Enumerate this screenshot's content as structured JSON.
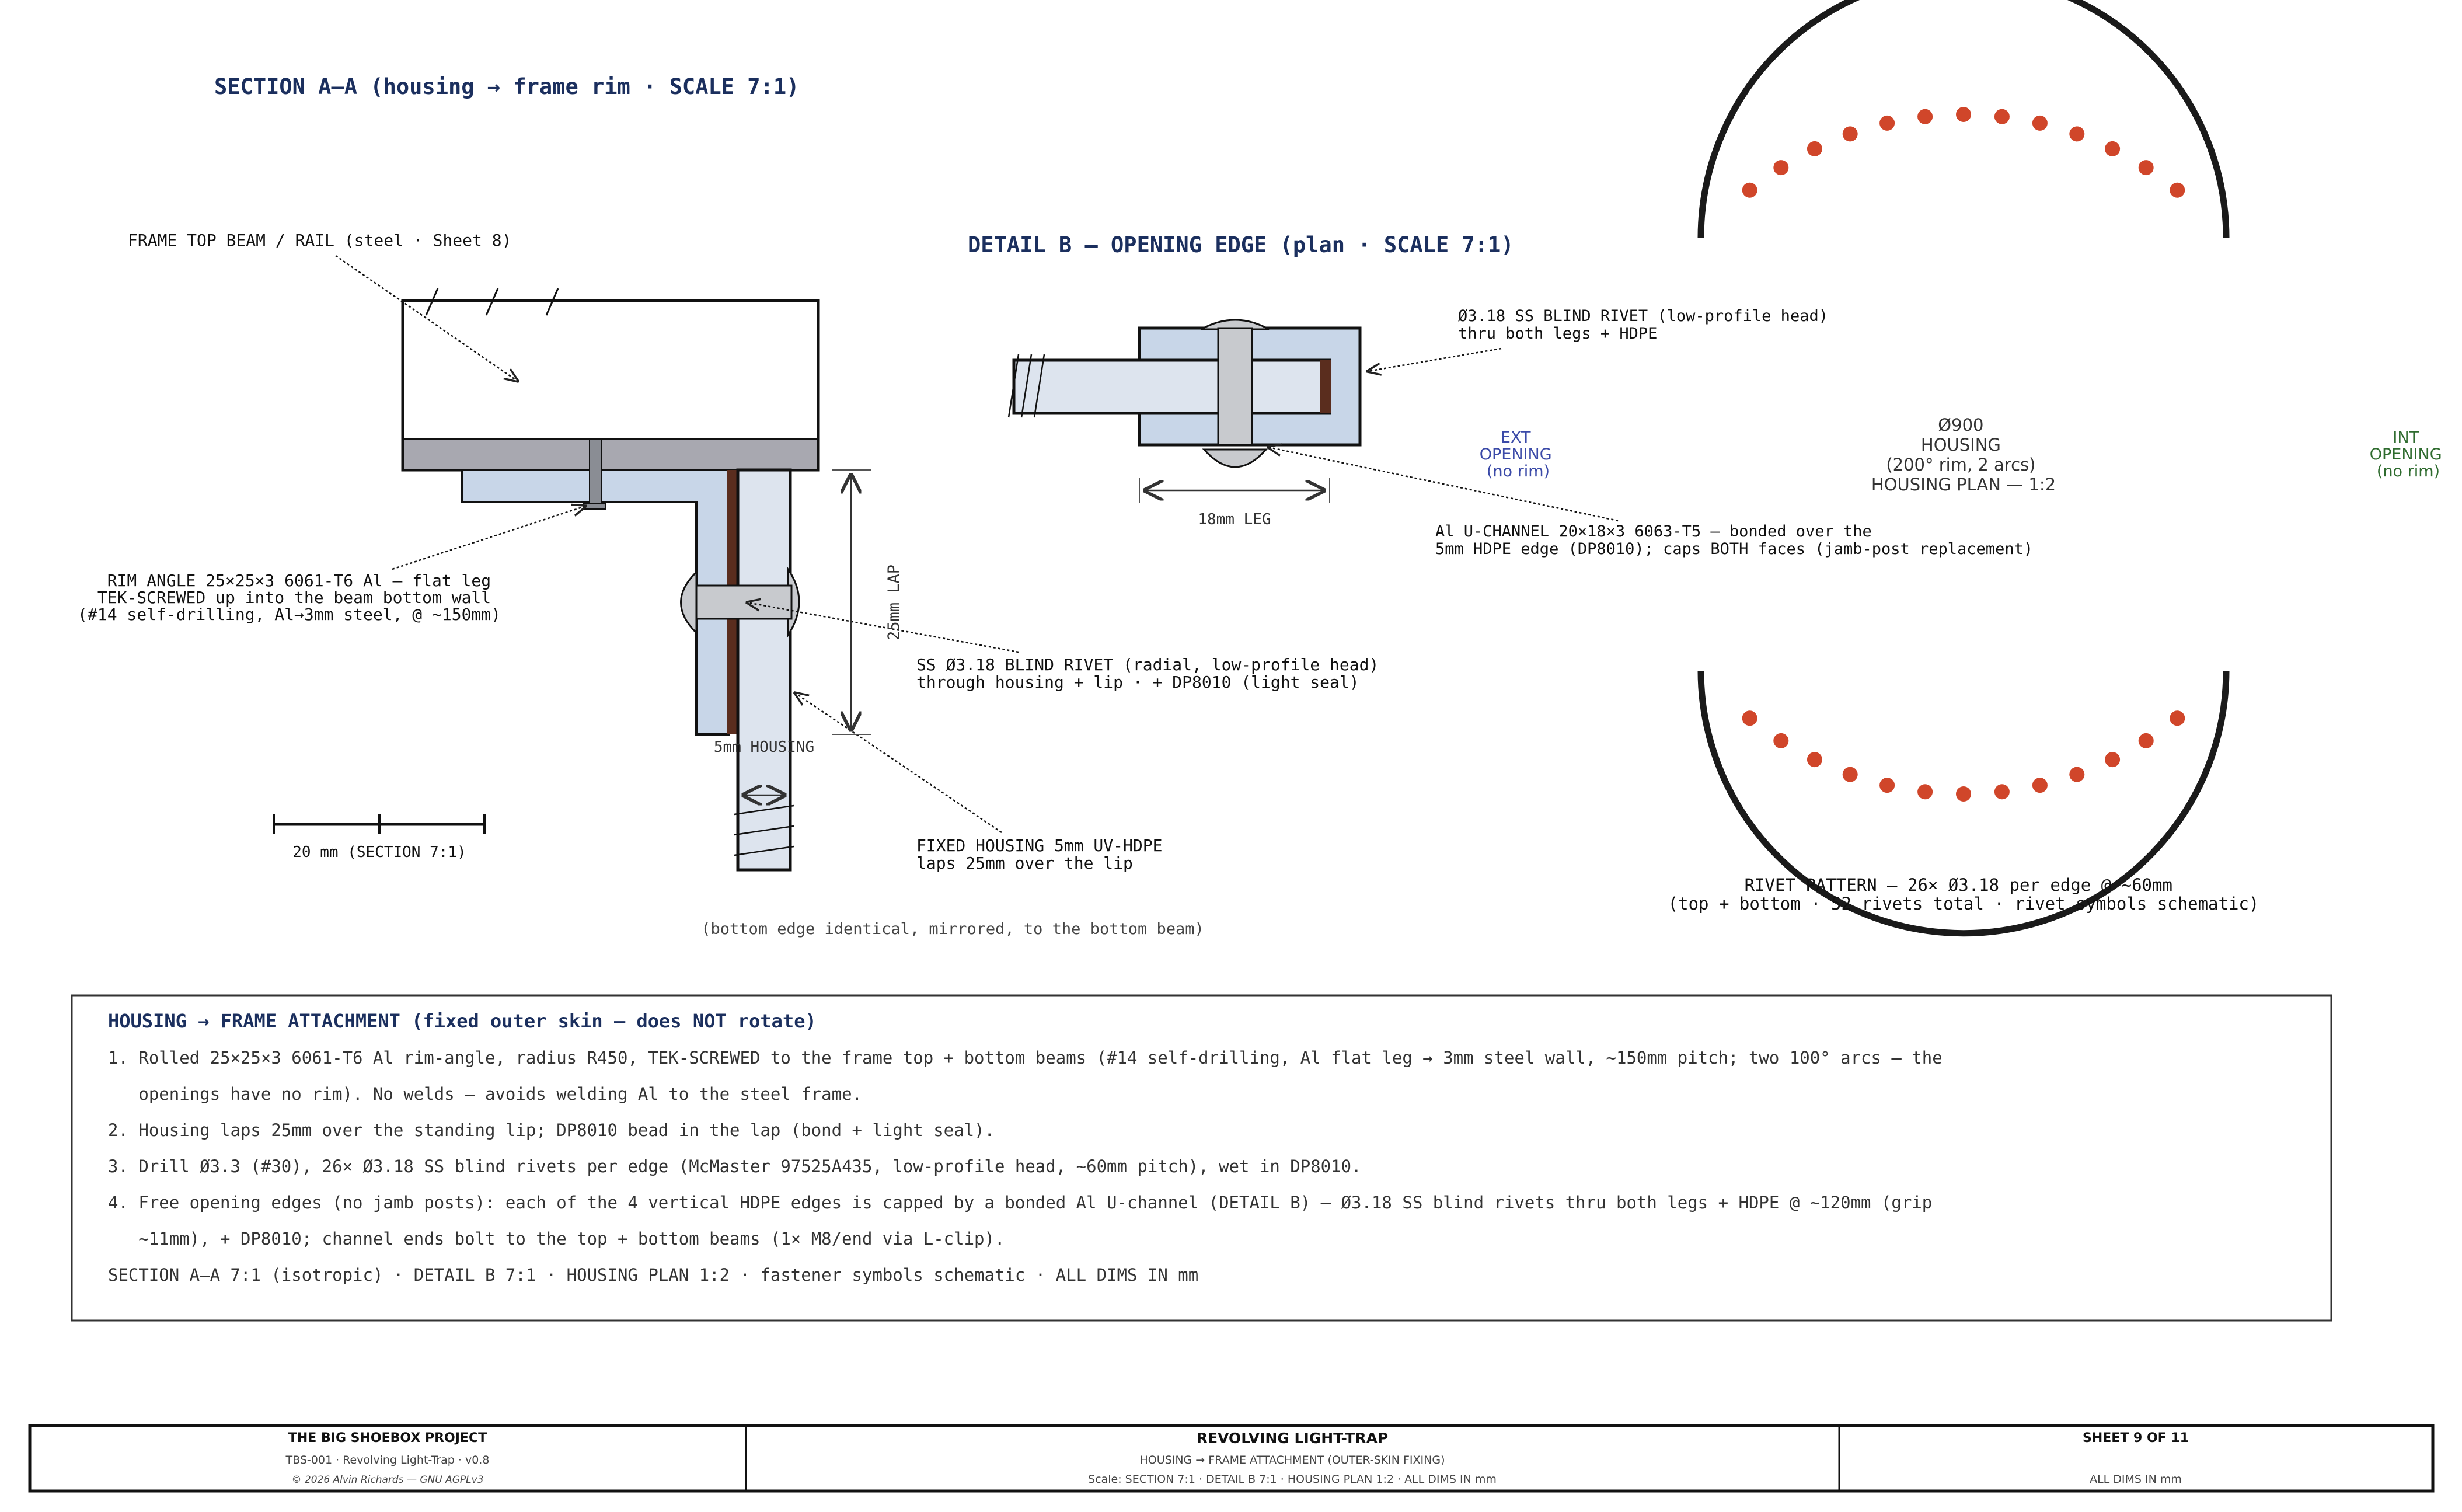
{
  "section_a": {
    "title": "SECTION A–A  (housing → frame rim · SCALE 7:1)",
    "beam_label": "FRAME TOP BEAM / RAIL (steel · Sheet 8)",
    "rim_label": [
      "RIM ANGLE 25×25×3 6061-T6 Al — flat leg",
      "TEK-SCREWED up into the beam bottom wall",
      "(#14 self-drilling, Al→3mm steel, @ ~150mm)"
    ],
    "rivet_label": [
      "SS Ø3.18 BLIND RIVET (radial, low-profile head)",
      "through housing + lip · + DP8010 (light seal)"
    ],
    "housing_label": [
      "FIXED HOUSING 5mm UV-HDPE",
      "laps 25mm over the lip"
    ],
    "lap_dim": "25mm LAP",
    "housing_dim": "5mm HOUSING",
    "scale_bar": "20 mm  (SECTION 7:1)",
    "bottom_note": "(bottom edge identical, mirrored, to the bottom beam)"
  },
  "detail_b": {
    "title": "DETAIL B — OPENING EDGE  (plan · SCALE 7:1)",
    "rivet_label": [
      "Ø3.18 SS BLIND RIVET (low-profile head)",
      "thru both legs + HDPE"
    ],
    "channel_label": [
      "Al U-CHANNEL 20×18×3 6063-T5 — bonded over the",
      "5mm HDPE edge (DP8010); caps BOTH faces (jamb-post replacement)"
    ],
    "leg_dim": "18mm LEG"
  },
  "plan": {
    "ext_opening": [
      "EXT",
      "OPENING",
      "(no rim)"
    ],
    "int_opening": [
      "INT",
      "OPENING",
      "(no rim)"
    ],
    "center": [
      "Ø900",
      "HOUSING",
      "(200° rim, 2 arcs)",
      "HOUSING PLAN — 1:2"
    ],
    "caption": [
      "RIVET PATTERN — 26× Ø3.18 per edge @ ~60mm",
      "(top + bottom · 52 rivets total · rivet symbols schematic)"
    ],
    "rivets_per_arc_shown": 13
  },
  "notes": {
    "title": "HOUSING → FRAME ATTACHMENT  (fixed outer skin — does NOT rotate)",
    "lines": [
      "1. Rolled 25×25×3 6061-T6 Al rim-angle, radius R450, TEK-SCREWED to the frame top + bottom beams (#14 self-drilling, Al flat leg → 3mm steel wall, ~150mm pitch; two 100° arcs — the",
      "   openings have no rim). No welds — avoids welding Al to the steel frame.",
      "2. Housing laps 25mm over the standing lip; DP8010 bead in the lap (bond + light seal).",
      "3. Drill Ø3.3 (#30), 26× Ø3.18 SS blind rivets per edge (McMaster 97525A435, low-profile head, ~60mm pitch), wet in DP8010.",
      "4. Free opening edges (no jamb posts): each of the 4 vertical HDPE edges is capped by a bonded Al U-channel (DETAIL B) — Ø3.18 SS blind rivets thru both legs + HDPE @ ~120mm (grip",
      "   ~11mm), + DP8010; channel ends bolt to the top + bottom beams (1× M8/end via L-clip).",
      "SECTION A–A 7:1 (isotropic) · DETAIL B 7:1 · HOUSING PLAN 1:2 · fastener symbols schematic · ALL DIMS IN mm"
    ]
  },
  "title_block": {
    "project": "THE BIG SHOEBOX PROJECT",
    "doc": "TBS-001 · Revolving Light-Trap  ·  v0.8",
    "copyright": "© 2026 Alvin Richards — GNU AGPLv3",
    "title": "REVOLVING LIGHT-TRAP",
    "subtitle": "HOUSING → FRAME ATTACHMENT (OUTER-SKIN FIXING)",
    "scale": "Scale: SECTION 7:1 · DETAIL B 7:1 · HOUSING PLAN 1:2 · ALL DIMS IN mm",
    "sheet": "SHEET 9 OF 11",
    "dims": "ALL DIMS IN mm"
  },
  "colors": {
    "title_navy": "#1b2f5e",
    "aluminium_blue": "#c8d6e8",
    "hdpe_light": "#dde4ee",
    "steel_grey": "#a8a8b0",
    "adhesive_brown": "#5a2d1e",
    "rivet_red": "#d0462a",
    "ext_blue": "#3b4aa8",
    "int_green": "#2e6b2e"
  }
}
